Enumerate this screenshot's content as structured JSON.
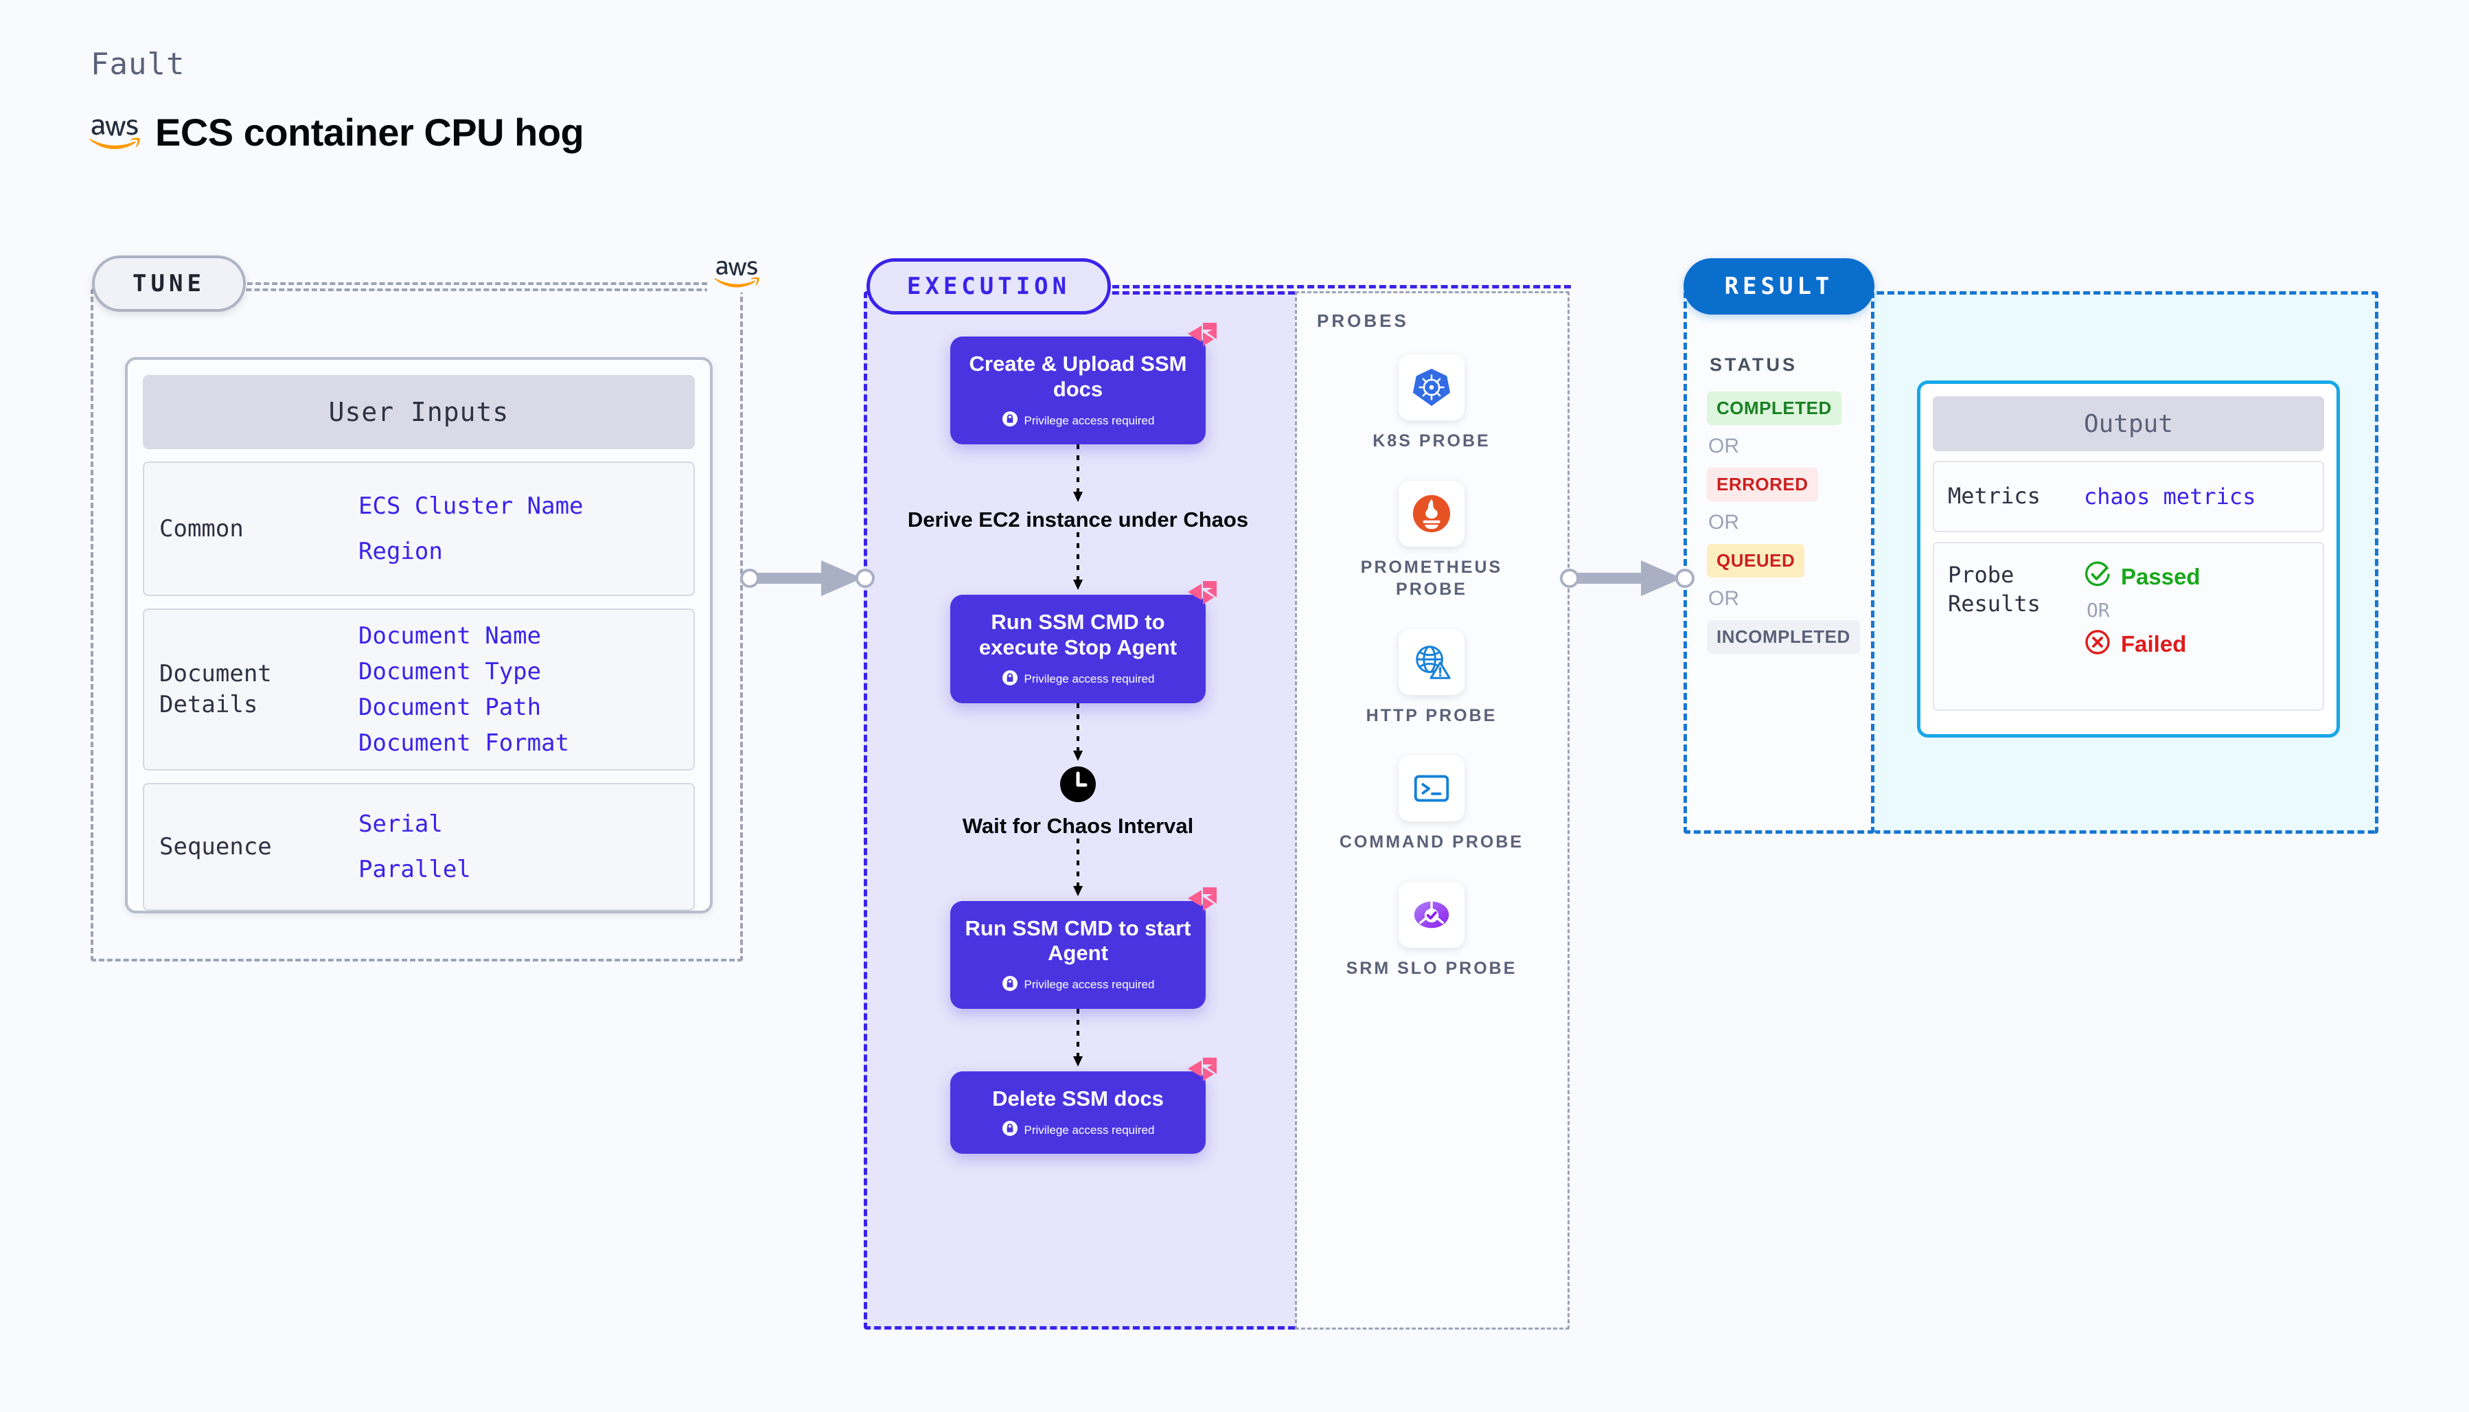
{
  "header": {
    "fault_label": "Fault",
    "provider_icon": "aws-logo",
    "title": "ECS container CPU hog"
  },
  "tune": {
    "badge": "TUNE",
    "provider_icon": "aws-logo",
    "card_title": "User Inputs",
    "groups": [
      {
        "label": "Common",
        "values": [
          "ECS Cluster Name",
          "Region"
        ]
      },
      {
        "label": "Document\nDetails",
        "values": [
          "Document Name",
          "Document Type",
          "Document Path",
          "Document Format"
        ]
      },
      {
        "label": "Sequence",
        "values": [
          "Serial",
          "Parallel"
        ]
      }
    ]
  },
  "execution": {
    "badge": "EXECUTION",
    "privilege_note": "Privilege access required",
    "steps": [
      {
        "type": "task",
        "title": "Create & Upload SSM docs",
        "privileged": true,
        "litmus_badge": true
      },
      {
        "type": "text",
        "title": "Derive EC2 instance under Chaos"
      },
      {
        "type": "task",
        "title": "Run SSM CMD to execute Stop Agent",
        "privileged": true,
        "litmus_badge": true
      },
      {
        "type": "wait",
        "icon": "clock-icon",
        "title": "Wait for Chaos Interval"
      },
      {
        "type": "task",
        "title": "Run SSM CMD to start Agent",
        "privileged": true,
        "litmus_badge": true
      },
      {
        "type": "task",
        "title": "Delete SSM docs",
        "privileged": true,
        "litmus_badge": true
      }
    ]
  },
  "probes": {
    "label": "PROBES",
    "items": [
      {
        "icon": "kubernetes-icon",
        "label": "K8S PROBE"
      },
      {
        "icon": "prometheus-icon",
        "label": "PROMETHEUS PROBE"
      },
      {
        "icon": "http-globe-icon",
        "label": "HTTP PROBE"
      },
      {
        "icon": "terminal-icon",
        "label": "COMMAND PROBE"
      },
      {
        "icon": "srm-slo-icon",
        "label": "SRM SLO PROBE"
      }
    ]
  },
  "result": {
    "badge": "RESULT",
    "status_label": "STATUS",
    "or_label": "OR",
    "statuses": [
      {
        "text": "COMPLETED",
        "color": "#1a8022",
        "bg": "#ddf6dd"
      },
      {
        "text": "ERRORED",
        "color": "#cc2020",
        "bg": "#fdeaea"
      },
      {
        "text": "QUEUED",
        "color": "#cc2020",
        "bg": "#fdeebf"
      },
      {
        "text": "INCOMPLETED",
        "color": "#5b6178",
        "bg": "#f0f1f6"
      }
    ],
    "output": {
      "title": "Output",
      "metrics_label": "Metrics",
      "metrics_value": "chaos metrics",
      "probe_results_label": "Probe\nResults",
      "passed_text": "Passed",
      "failed_text": "Failed",
      "or_label": "OR",
      "passed_color": "#17a81a",
      "failed_color": "#e01b1b"
    }
  },
  "colors": {
    "background": "#f9fafd",
    "execution_accent": "#3b23e8",
    "execution_fill": "#e6e5fb",
    "node_fill": "#4a34e0",
    "result_accent": "#1877d2",
    "output_accent": "#17a8e8",
    "litmus_pink": "#fb5d8f"
  }
}
